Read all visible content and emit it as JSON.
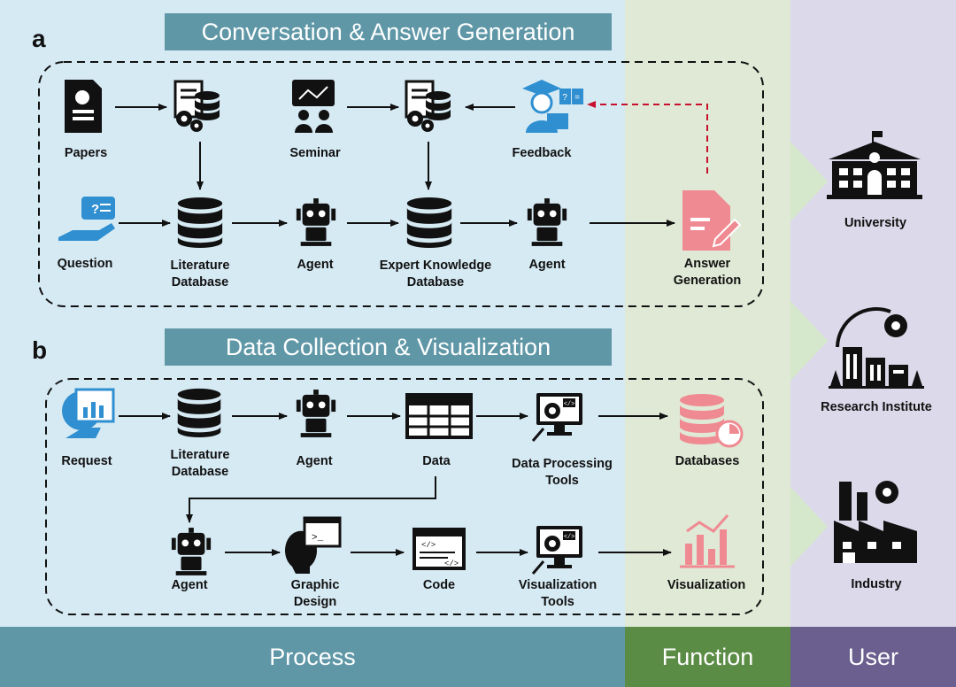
{
  "columns": {
    "process": "Process",
    "function": "Function",
    "user": "User"
  },
  "panel_a": {
    "letter": "a",
    "title": "Conversation & Answer Generation",
    "nodes": {
      "papers": "Papers",
      "seminar": "Seminar",
      "feedback": "Feedback",
      "question": "Question",
      "literature_db_1": "Literature",
      "literature_db_2": "Database",
      "agent_1": "Agent",
      "expert_db_1": "Expert Knowledge",
      "expert_db_2": "Database",
      "agent_2": "Agent",
      "answer_1": "Answer",
      "answer_2": "Generation"
    }
  },
  "panel_b": {
    "letter": "b",
    "title": "Data Collection & Visualization",
    "nodes": {
      "request": "Request",
      "literature_db_1": "Literature",
      "literature_db_2": "Database",
      "agent_1": "Agent",
      "data": "Data",
      "dpt_1": "Data Processing",
      "dpt_2": "Tools",
      "databases": "Databases",
      "agent_2": "Agent",
      "graphic_1": "Graphic",
      "graphic_2": "Design",
      "code": "Code",
      "vt_1": "Visualization",
      "vt_2": "Tools",
      "visualization": "Visualization"
    }
  },
  "users": {
    "university": "University",
    "research_institute": "Research Institute",
    "industry": "Industry"
  },
  "colors": {
    "accent_pink": "#f08a92",
    "accent_blue": "#2f8fd0",
    "feedback_arrow": "#c8102e"
  }
}
